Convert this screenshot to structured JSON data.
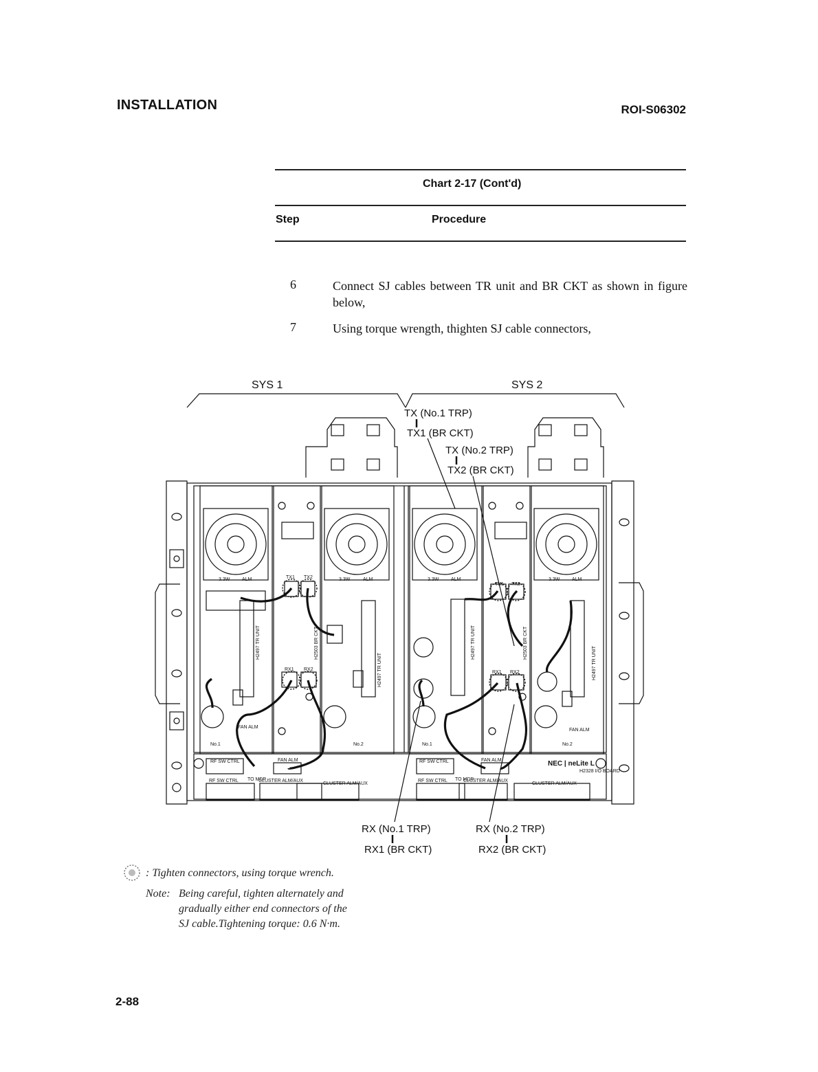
{
  "header": {
    "section_title": "INSTALLATION",
    "doc_id": "ROI-S06302"
  },
  "chart": {
    "title": "Chart 2-17  (Cont'd)",
    "col_step": "Step",
    "col_procedure": "Procedure"
  },
  "steps": [
    {
      "num": "6",
      "text": "Connect SJ cables between TR unit and BR CKT as shown in figure below,"
    },
    {
      "num": "7",
      "text": "Using torque wrength, thighten SJ cable connectors,"
    }
  ],
  "figure": {
    "sys1_label": "SYS 1",
    "sys2_label": "SYS 2",
    "callouts_top": [
      {
        "top": "TX (No.1 TRP)",
        "bottom": "TX1 (BR CKT)"
      },
      {
        "top": "TX (No.2 TRP)",
        "bottom": "TX2 (BR CKT)"
      }
    ],
    "callouts_bottom": [
      {
        "top": "RX (No.1 TRP)",
        "bottom": "RX1 (BR CKT)"
      },
      {
        "top": "RX (No.2 TRP)",
        "bottom": "RX2 (BR CKT)"
      }
    ],
    "panel_labels": {
      "rf_sw_ctrl": "RF SW CTRL",
      "cluster_alm_aux": "CLUSTER ALM/AUX",
      "fan_alm": "FAN ALM",
      "to_mdp": "TO MDP",
      "nec_brand": "NEC | neLite L",
      "io_board": "H2328 I/O BOARD",
      "tx1": "TX1",
      "tx2": "TX2",
      "rx1": "RX1",
      "rx2": "RX2",
      "no1": "No.1",
      "no2": "No.2",
      "alm": "ALM",
      "v33": "3.3W",
      "tr_unit": "H2497 TR UNIT",
      "br_ckt": "H2503 BR CKT"
    }
  },
  "legend": {
    "icon": "torque-connector-icon",
    "text": ": Tighten connectors, using torque wrench."
  },
  "note": {
    "label": "Note:",
    "lines": [
      "Being careful, tighten alternately and",
      "gradually either end connectors of the",
      "SJ cable.Tightening torque: 0.6 N·m."
    ]
  },
  "footer": {
    "page_number": "2-88"
  }
}
